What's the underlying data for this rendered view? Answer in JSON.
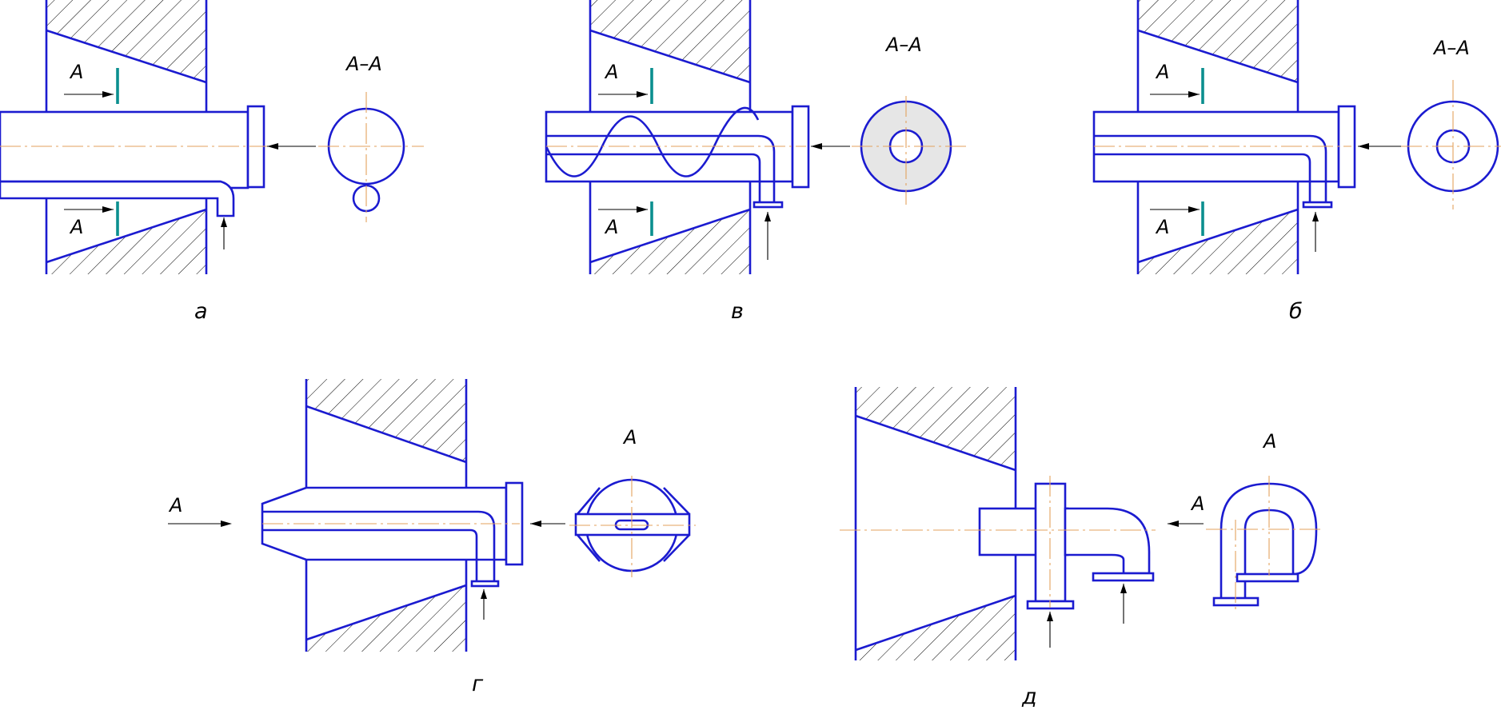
{
  "figures": [
    {
      "id": "a",
      "caption": "а",
      "section_label": "A–A",
      "cut_labels": [
        "A",
        "A"
      ]
    },
    {
      "id": "v",
      "caption": "в",
      "section_label": "A–A",
      "cut_labels": [
        "A",
        "A"
      ]
    },
    {
      "id": "b",
      "caption": "б",
      "section_label": "A–A",
      "cut_labels": [
        "A",
        "A"
      ]
    },
    {
      "id": "g",
      "caption": "г",
      "view_label": "A",
      "arrow_label": "A"
    },
    {
      "id": "d",
      "caption": "д",
      "view_label": "A",
      "arrow_label": "A"
    }
  ],
  "colors": {
    "outline": "#1b1bd0",
    "centerline": "#e3a25e",
    "cut_mark": "#0b8f8f",
    "section_fill": "#e6e6e6"
  }
}
